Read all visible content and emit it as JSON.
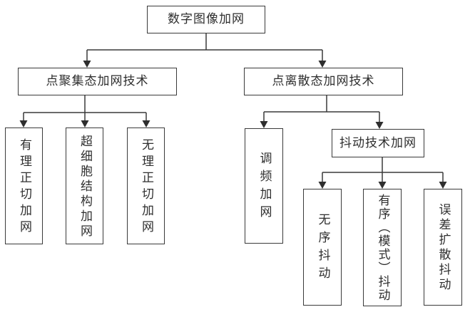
{
  "diagram": {
    "title_node": {
      "label": "数字图像加网"
    },
    "branches": [
      {
        "label": "点聚集态加网技术"
      },
      {
        "label": "点离散态加网技术"
      }
    ],
    "clustered_children": [
      {
        "label": "有理正切加网"
      },
      {
        "label": "超细胞结构加网"
      },
      {
        "label": "无理正切加网"
      }
    ],
    "dispersed_children": [
      {
        "label": "调频加网"
      },
      {
        "label": "抖动技术加网"
      }
    ],
    "dither_children": [
      {
        "label": "无序抖动"
      },
      {
        "label": "有序（模式）抖动"
      },
      {
        "label": "误差扩散抖动"
      }
    ],
    "colors": {
      "line": "#3a3a3a",
      "text": "#2e2e2e",
      "background": "#ffffff"
    }
  }
}
